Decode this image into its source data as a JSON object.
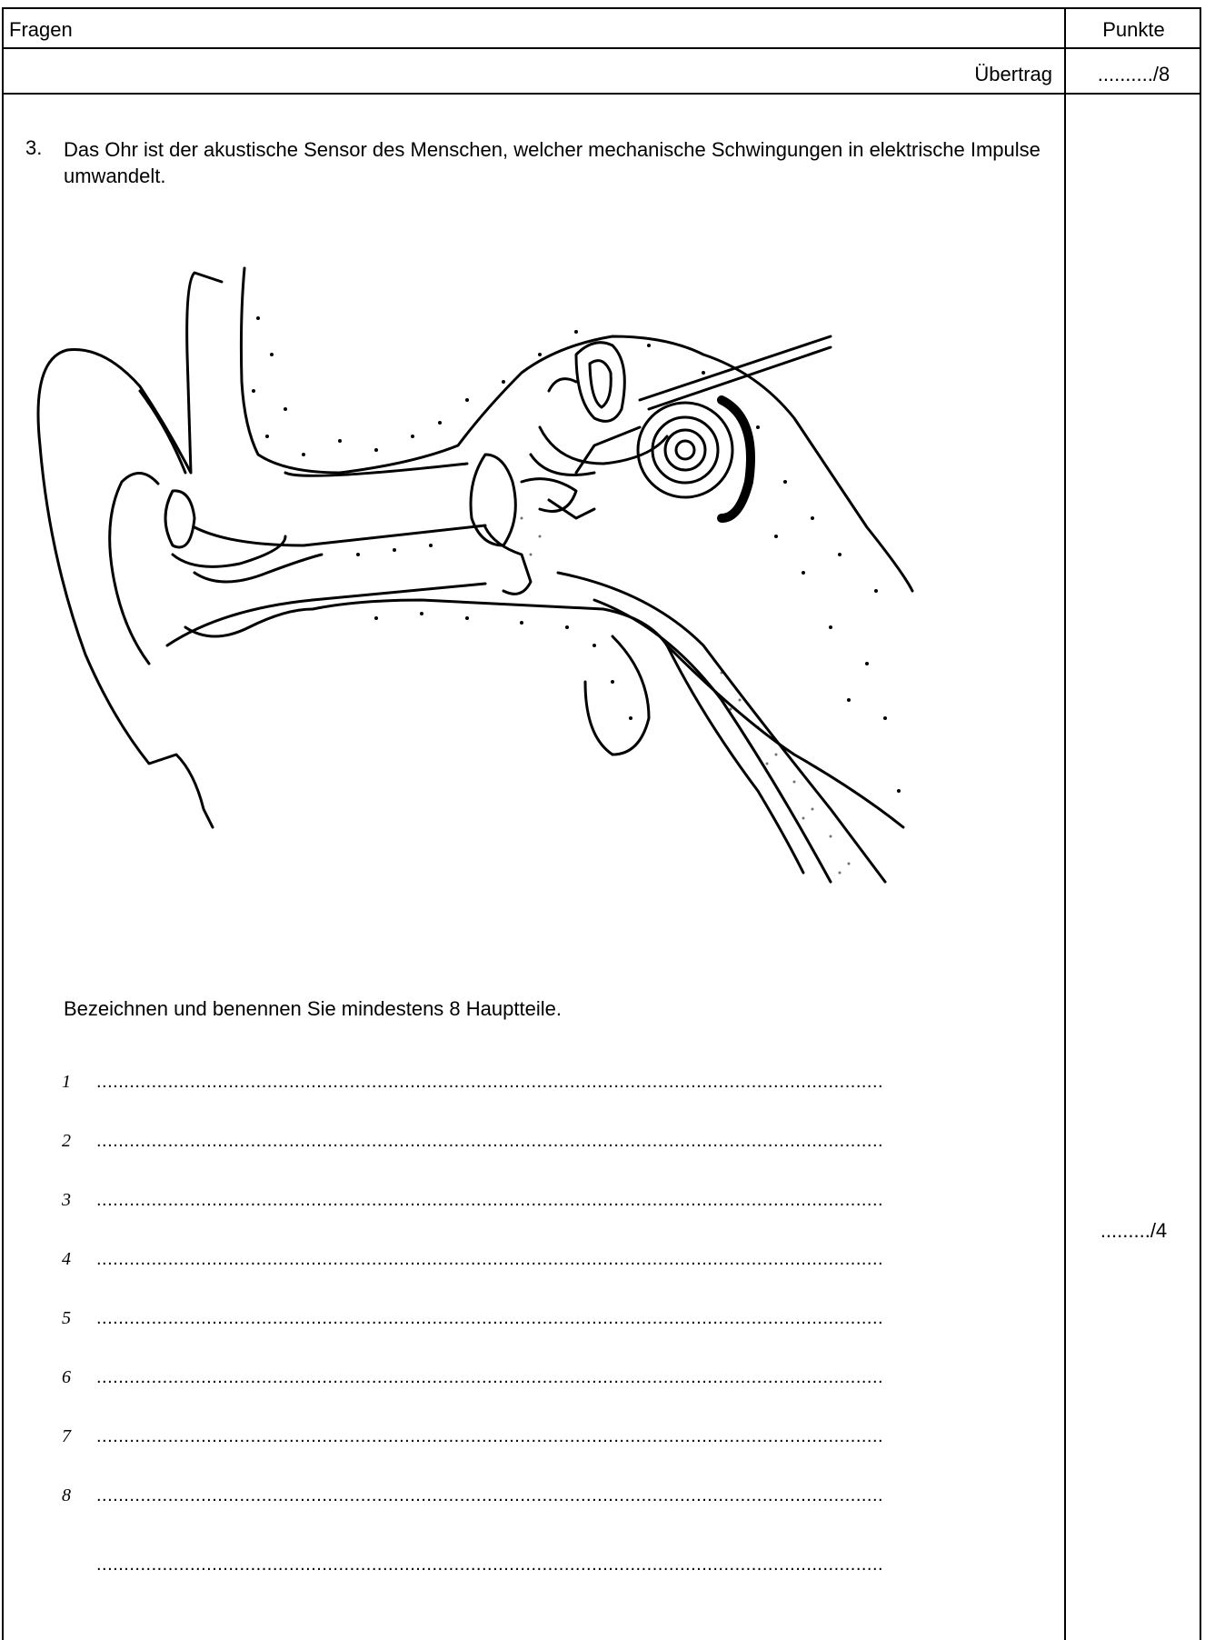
{
  "header": {
    "left_label": "Fragen",
    "right_label": "Punkte"
  },
  "carry_row": {
    "label": "Übertrag",
    "points": "........../8"
  },
  "question": {
    "number": "3.",
    "text": "Das Ohr ist der akustische Sensor des Menschen, welcher mechanische Schwingungen in elektrische Impulse umwandelt.",
    "instruction": "Bezeichnen und benennen Sie mindestens 8 Hauptteile.",
    "points": "........./4"
  },
  "figure": {
    "icon": "ear-anatomy-drawing"
  },
  "answer_lines": [
    {
      "number": "1",
      "dots": "..............................................................................................................................................."
    },
    {
      "number": "2",
      "dots": "..............................................................................................................................................."
    },
    {
      "number": "3",
      "dots": "..............................................................................................................................................."
    },
    {
      "number": "4",
      "dots": "..............................................................................................................................................."
    },
    {
      "number": "5",
      "dots": "..............................................................................................................................................."
    },
    {
      "number": "6",
      "dots": "..............................................................................................................................................."
    },
    {
      "number": "7",
      "dots": "..............................................................................................................................................."
    },
    {
      "number": "8",
      "dots": "..............................................................................................................................................."
    },
    {
      "number": "",
      "dots": "..............................................................................................................................................."
    }
  ]
}
